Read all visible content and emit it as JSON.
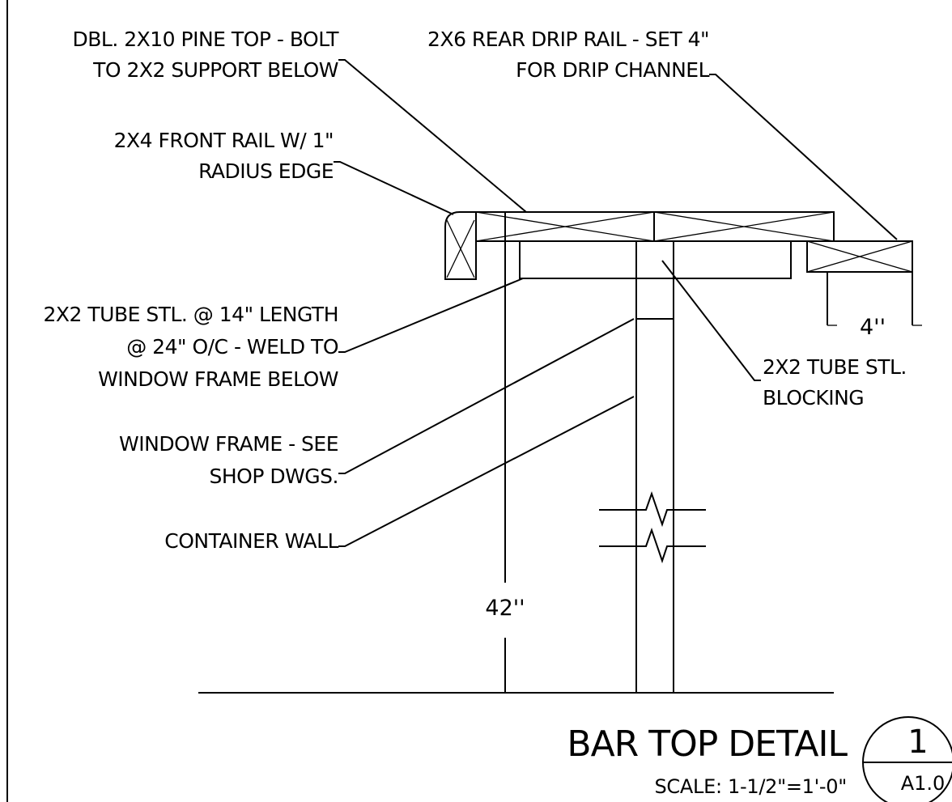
{
  "notes": {
    "top_left_1": "DBL. 2X10 PINE TOP  - BOLT",
    "top_left_2": "TO 2X2 SUPPORT BELOW",
    "top_right_1": "2X6 REAR DRIP RAIL - SET 4\"",
    "top_right_2": "FOR DRIP CHANNEL",
    "front_rail_1": "2X4 FRONT RAIL W/ 1\"",
    "front_rail_2": "RADIUS EDGE",
    "tube_1": "2X2 TUBE STL. @ 14\" LENGTH",
    "tube_2": "@ 24\" O/C - WELD TO",
    "tube_3": "WINDOW FRAME BELOW",
    "frame_1": "WINDOW FRAME - SEE",
    "frame_2": "SHOP DWGS.",
    "container": "CONTAINER WALL",
    "blocking_1": "2X2 TUBE STL.",
    "blocking_2": "BLOCKING"
  },
  "dimensions": {
    "height": "42''",
    "drip": "4''"
  },
  "title": {
    "name": "BAR TOP DETAIL",
    "scale": "SCALE: 1-1/2\"=1'-0\""
  },
  "bubble": {
    "number": "1",
    "sheet": "A1.0"
  }
}
